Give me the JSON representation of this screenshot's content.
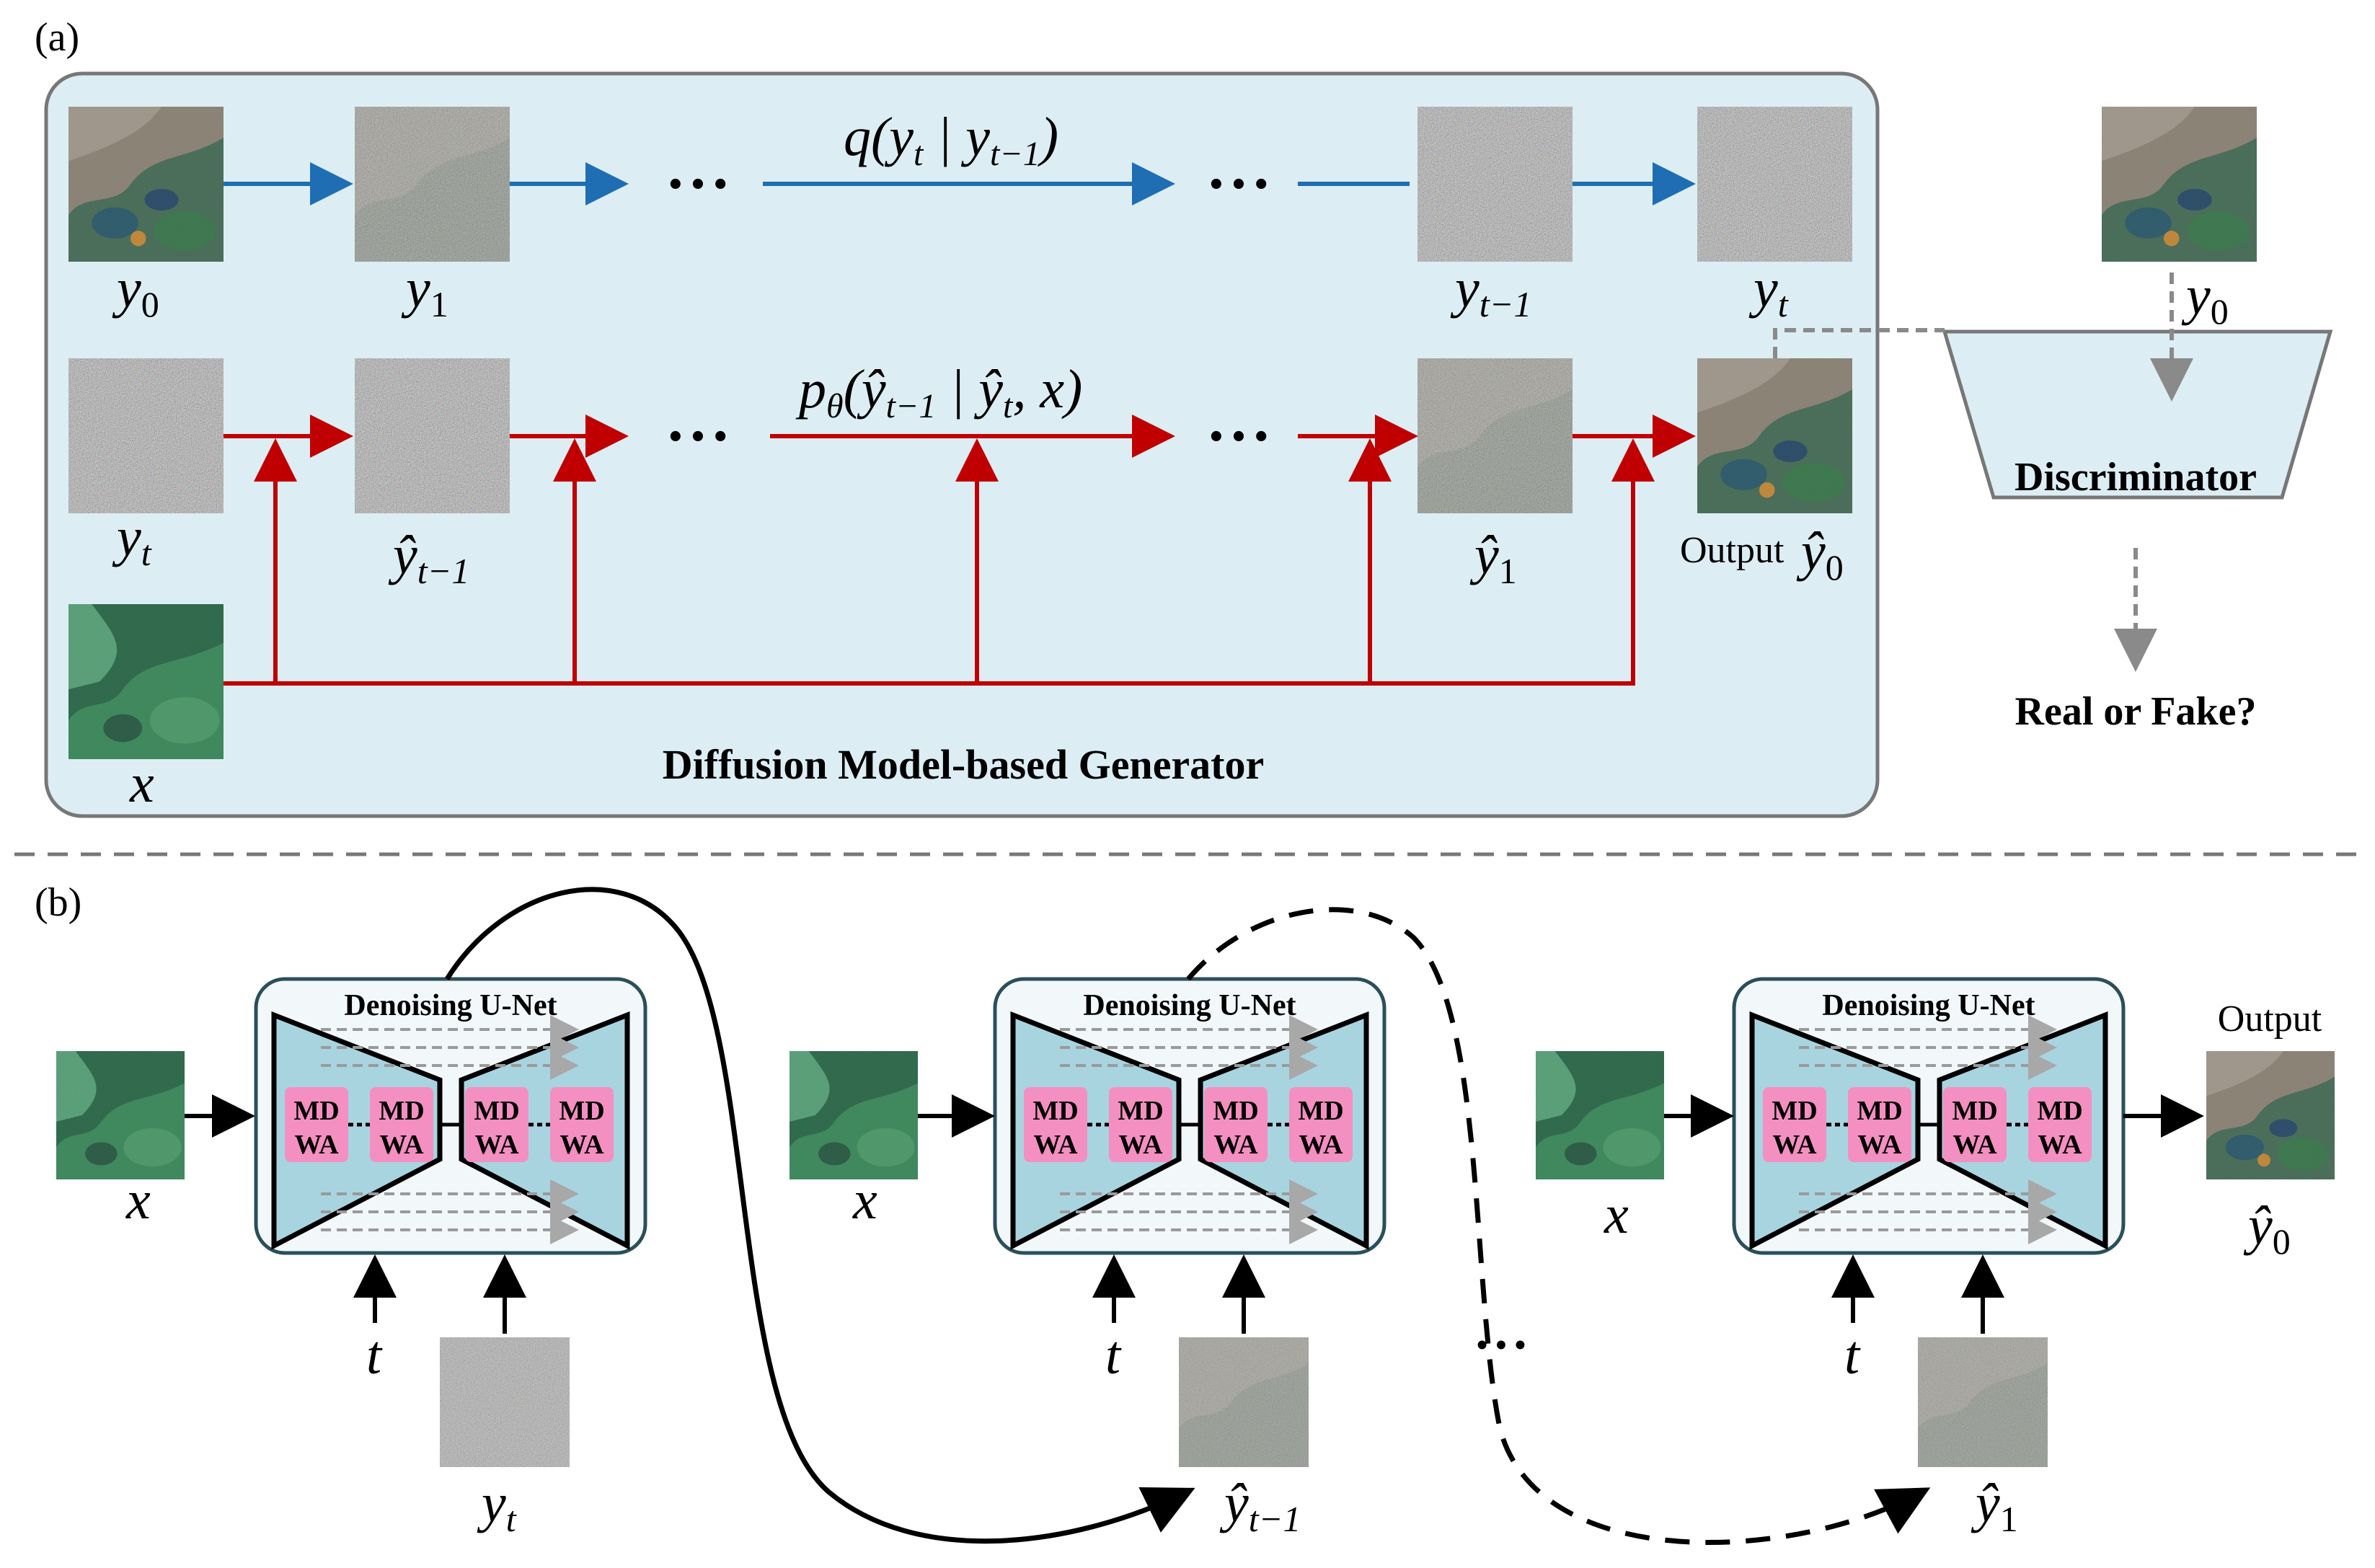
{
  "panel_labels": {
    "a": "(a)",
    "b": "(b)"
  },
  "panel_a": {
    "generator_title": "Diffusion Model-based Generator",
    "forward_process_label": "q(y_t | y_{t-1})",
    "reverse_process_label": "p_θ(ŷ_{t-1} | ŷ_t, x)",
    "ellipsis": "• • •",
    "row_forward_labels": [
      "y0",
      "y1",
      "yt-1",
      "yt"
    ],
    "row_reverse_labels": [
      "yt",
      "ŷt-1",
      "ŷ1",
      "Output ŷ0"
    ],
    "condition_label": "x",
    "output_word": "Output",
    "discriminator": {
      "title": "Discriminator",
      "real_input_label": "y0",
      "question": "Real or Fake?"
    }
  },
  "panel_b": {
    "unet_title": "Denoising U-Net",
    "block_line1": "MD",
    "block_line2": "WA",
    "time_label": "t",
    "condition_label": "x",
    "inputs": [
      "yt",
      "ŷt-1",
      "ŷ1"
    ],
    "output_title": "Output",
    "output_label": "ŷ0",
    "ellipsis": "• • •"
  },
  "colors": {
    "panel_bg": "#dceef4",
    "panel_border": "#777777",
    "forward_arrow": "#1f6eb4",
    "reverse_arrow": "#c00000",
    "unet_fill": "#a8d4e0",
    "unet_box_bg": "#f2f7f9",
    "unet_box_border": "#2a4f5a",
    "block_pink": "#f48fc1",
    "skip_gray": "#9a9a9a",
    "noise_base": "#7d7d7d",
    "image_green": "#3f7d55",
    "image_rock": "#7a7468"
  }
}
